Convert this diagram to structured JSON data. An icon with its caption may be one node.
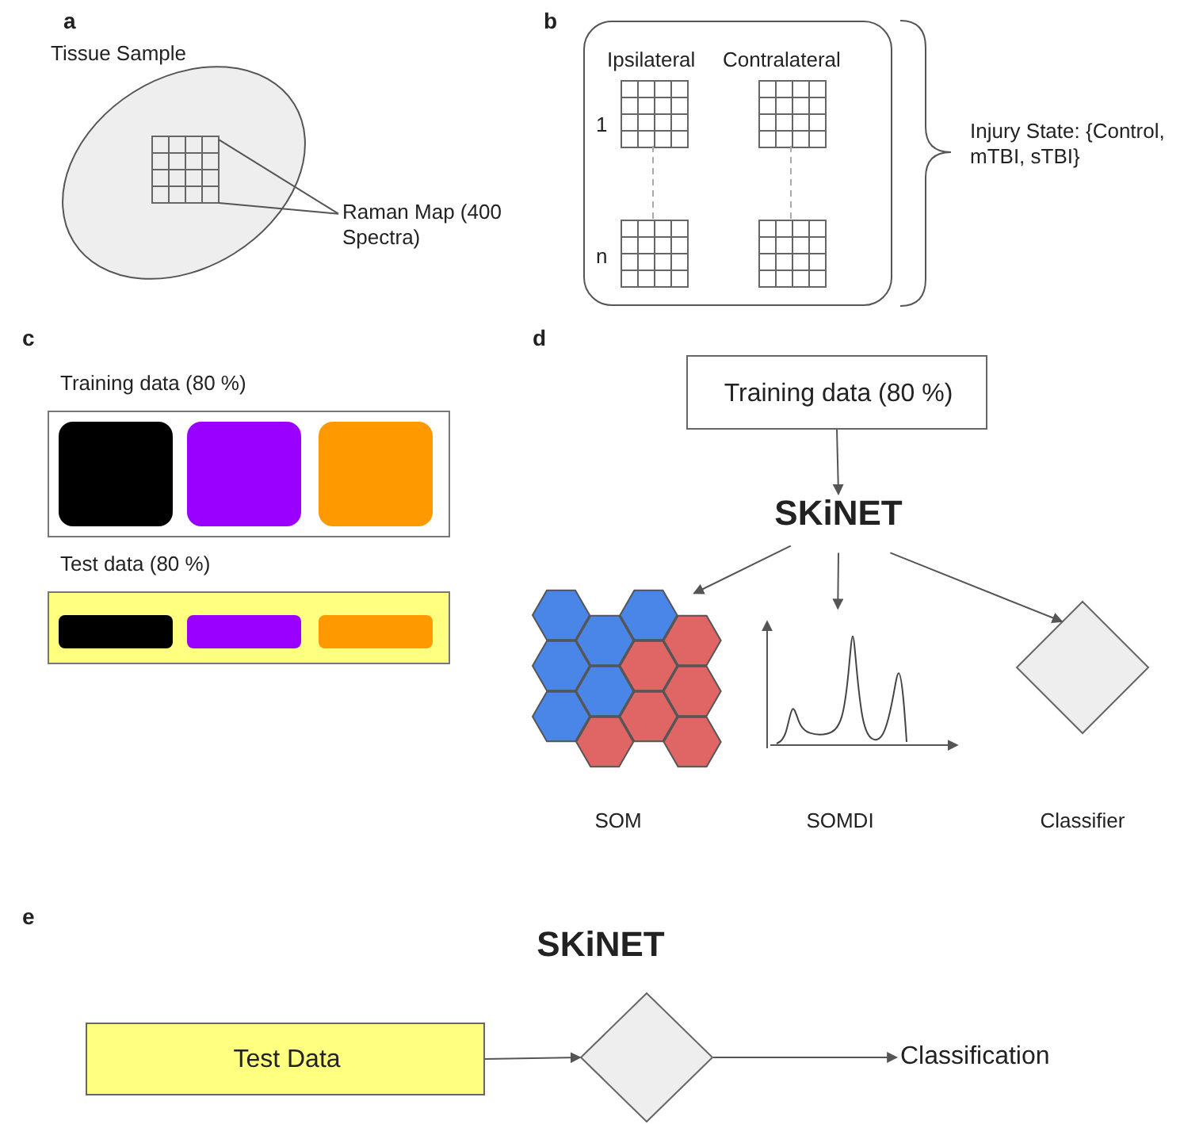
{
  "diagram": {
    "nodes": [
      {
        "text": [
          "Tissue Sample"
        ]
      },
      {
        "text": [],
        "shape": "grid",
        "in": 0
      },
      {
        "text": [
          "Raman Map (400 Spectra)"
        ]
      },
      {
        "text": [
          "Ipsilateral",
          "Contralateral",
          "1",
          "n"
        ]
      },
      {
        "text": [],
        "shape": "grid",
        "in": 3
      },
      {
        "text": [],
        "shape": "grid",
        "in": 3
      },
      {
        "text": [],
        "shape": "grid",
        "in": 3
      },
      {
        "text": [],
        "shape": "grid",
        "in": 3
      },
      {
        "text": [
          "Training data (80 %)"
        ]
      },
      {
        "text": [],
        "shape": "box",
        "in": 8
      },
      {
        "text": [],
        "shape": "box",
        "in": 8
      },
      {
        "text": [],
        "shape": "box",
        "in": 8
      },
      {
        "text": [
          "Test data (80 %)"
        ]
      },
      {
        "text": [],
        "shape": "bar",
        "in": 12
      },
      {
        "text": [],
        "shape": "bar",
        "in": 12
      },
      {
        "text": [],
        "shape": "bar",
        "in": 12
      },
      {
        "text": [
          "Training data (80 %)"
        ]
      },
      {
        "text": [
          "SKiNET"
        ]
      },
      {
        "text": [],
        "shape": "picture",
        "beside": [
          "SOM"
        ]
      },
      {
        "text": [],
        "shape": "picture",
        "beside": [
          "SOMDI"
        ]
      },
      {
        "text": [],
        "shape": "diamond",
        "beside": [
          "Classifier"
        ]
      },
      {
        "text": [
          "Test Data"
        ]
      },
      {
        "text": [],
        "shape": "diamond"
      },
      {
        "text": [
          "Classification"
        ]
      }
    ],
    "edges": [
      {
        "from": 2,
        "to": 1,
        "arrow": "none"
      },
      {
        "from": 2,
        "to": 1,
        "arrow": "none"
      },
      {
        "from": 4,
        "to": 6,
        "arrow": "none",
        "style": "dashed",
        "color": "#aaaaaa"
      },
      {
        "from": 5,
        "to": 7,
        "arrow": "none",
        "style": "dashed",
        "color": "#aaaaaa"
      },
      {
        "from": 16,
        "to": 17,
        "arrow": "to"
      },
      {
        "from": 17,
        "to": 18,
        "arrow": "to"
      },
      {
        "from": 17,
        "to": 19,
        "arrow": "to"
      },
      {
        "from": 17,
        "to": 20,
        "arrow": "to"
      },
      {
        "from": 21,
        "to": 22,
        "arrow": "to"
      },
      {
        "from": 22,
        "to": 23,
        "arrow": "to"
      }
    ],
    "labels": [
      "a",
      "b",
      "Injury State: {Control, mTBI, sTBI}",
      "c",
      "d",
      "e",
      "SKiNET"
    ]
  }
}
